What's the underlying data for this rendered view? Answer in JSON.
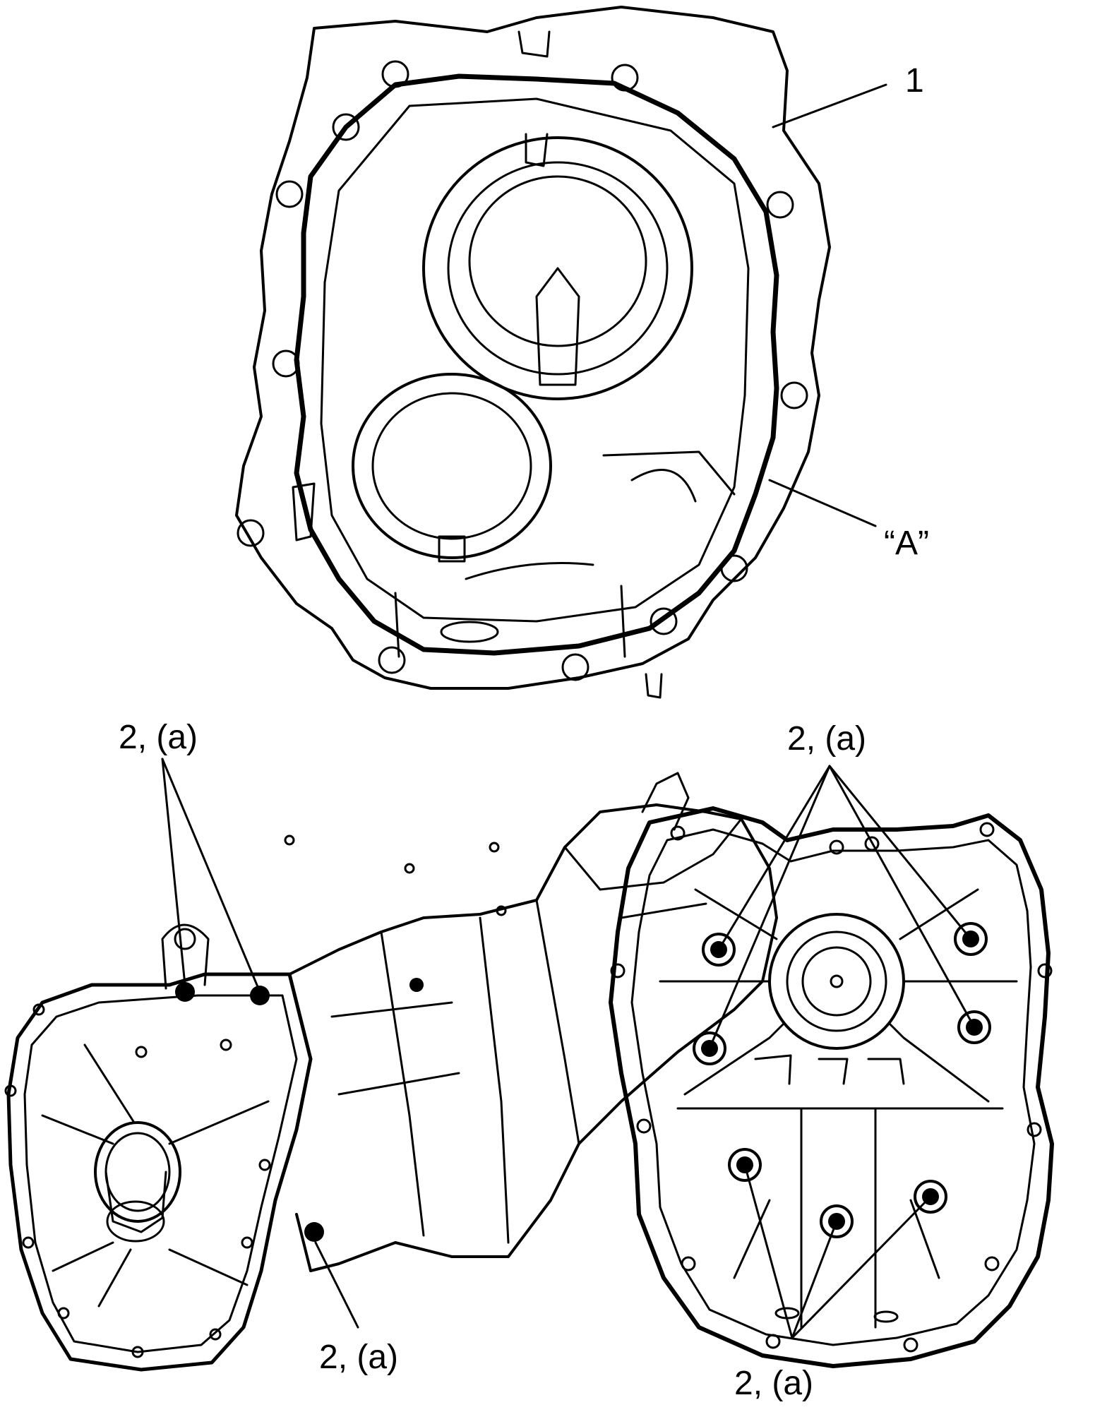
{
  "labels": {
    "part_1": "1",
    "mark_a": "“A”",
    "callout_left_top": "2, (a)",
    "callout_left_bottom": "2, (a)",
    "callout_right_top": "2, (a)",
    "callout_right_bottom": "2, (a)"
  },
  "colors": {
    "line": "#000000",
    "background": "#ffffff"
  }
}
